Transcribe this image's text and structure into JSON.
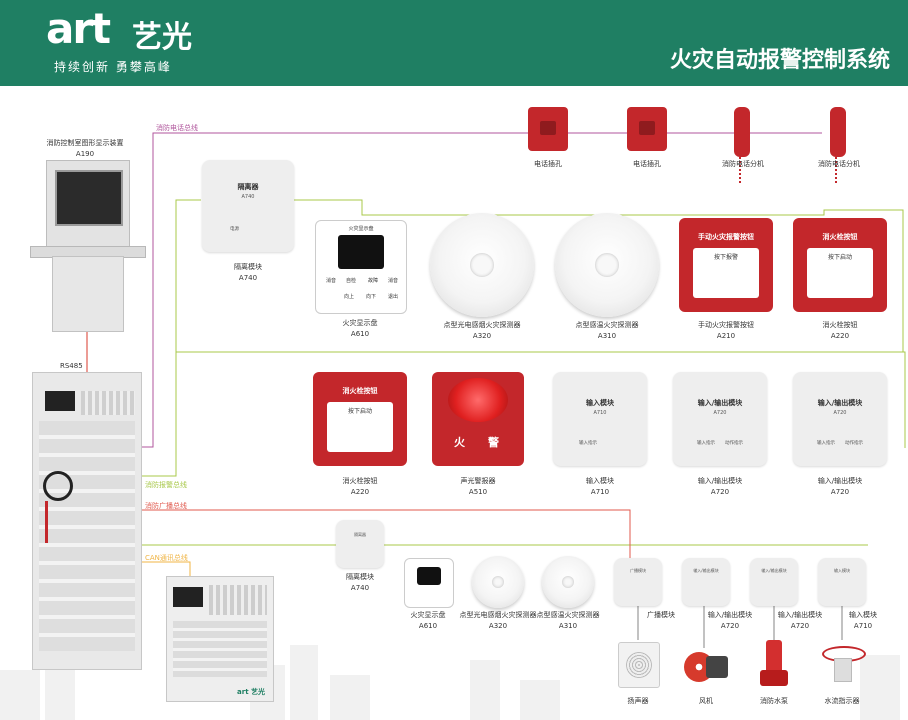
{
  "header": {
    "logo_text": "art",
    "logo_cn": "艺光",
    "slogan": "持续创新  勇攀高峰",
    "title": "火灾自动报警控制系统",
    "bg_color": "#1f7f63"
  },
  "buses": {
    "telephone": "消防电话总线",
    "alarm": "消防报警总线",
    "broadcast": "消防广播总线",
    "can": "CAN通讯总线",
    "rs485": "RS485",
    "colors": {
      "telephone": "#b0569c",
      "alarm": "#a8c84a",
      "broadcast": "#e05a4e",
      "can": "#f0b546"
    }
  },
  "devices": {
    "graphic_display": {
      "name": "消防控制室图形显示装置",
      "code": "A190"
    },
    "isolator_top": {
      "card_title": "隔离器",
      "card_code": "A740",
      "card_sub": "电源",
      "name": "隔离模块",
      "code": "A740"
    },
    "phone_jack_1": {
      "name": "电话插孔"
    },
    "phone_jack_2": {
      "name": "电话插孔"
    },
    "phone_ext_1": {
      "name": "消防电话分机"
    },
    "phone_ext_2": {
      "name": "消防电话分机"
    },
    "fire_display": {
      "screen_title": "火灾显示盘",
      "btn_1": "消音",
      "btn_2": "自检",
      "btn_3": "故障",
      "btn_4": "消音",
      "btn_5": "向上",
      "btn_6": "向下",
      "btn_7": "退出",
      "name": "火灾显示盘",
      "code": "A610"
    },
    "smoke_detector": {
      "name": "点型光电感烟火灾探测器",
      "code": "A320"
    },
    "heat_detector": {
      "name": "点型感温火灾探测器",
      "code": "A310"
    },
    "manual_alarm": {
      "card_title": "手动火灾报警按钮",
      "press": "按下报警",
      "name": "手动火灾报警按钮",
      "code": "A210"
    },
    "hydrant_button_1": {
      "card_title": "消火栓按钮",
      "press": "按下启动",
      "name": "消火栓按钮",
      "code": "A220"
    },
    "hydrant_button_2": {
      "card_title": "消火栓按钮",
      "press": "按下启动",
      "name": "消火栓按钮",
      "code": "A220"
    },
    "sound_light": {
      "text_1": "火",
      "text_2": "警",
      "name": "声光警报器",
      "code": "A510"
    },
    "input_module": {
      "card_title": "输入模块",
      "card_code": "A710",
      "card_sub": "输入指示",
      "name": "输入模块",
      "code": "A710"
    },
    "io_module_1": {
      "card_title": "输入/输出模块",
      "card_code": "A720",
      "card_sub_1": "输入指示",
      "card_sub_2": "动作指示",
      "name": "输入/输出模块",
      "code": "A720"
    },
    "io_module_2": {
      "card_title": "输入/输出模块",
      "card_code": "A720",
      "card_sub_1": "输入指示",
      "card_sub_2": "动作指示",
      "name": "输入/输出模块",
      "code": "A720"
    },
    "isolator_bottom": {
      "card_title": "隔离器",
      "name": "隔离模块",
      "code": "A740"
    },
    "fire_display_b": {
      "name": "火灾显示盘",
      "code": "A610"
    },
    "smoke_detector_b": {
      "name": "点型光电感烟火灾探测器",
      "code": "A320"
    },
    "heat_detector_b": {
      "name": "点型感温火灾探测器",
      "code": "A310"
    },
    "broadcast_module": {
      "card_title": "广播模块",
      "name": "广播模块"
    },
    "io_module_b1": {
      "card_title": "输入/输出模块",
      "name": "输入/输出模块",
      "code": "A720"
    },
    "io_module_b2": {
      "card_title": "输入/输出模块",
      "name": "输入/输出模块",
      "code": "A720"
    },
    "input_module_b": {
      "card_title": "输入模块",
      "name": "输入模块",
      "code": "A710"
    },
    "speaker": {
      "name": "扬声器"
    },
    "fan": {
      "name": "风机"
    },
    "pump": {
      "name": "消防水泵"
    },
    "flow_indicator": {
      "name": "水流指示器"
    },
    "small_panel": {
      "brand": "art 艺光"
    }
  }
}
